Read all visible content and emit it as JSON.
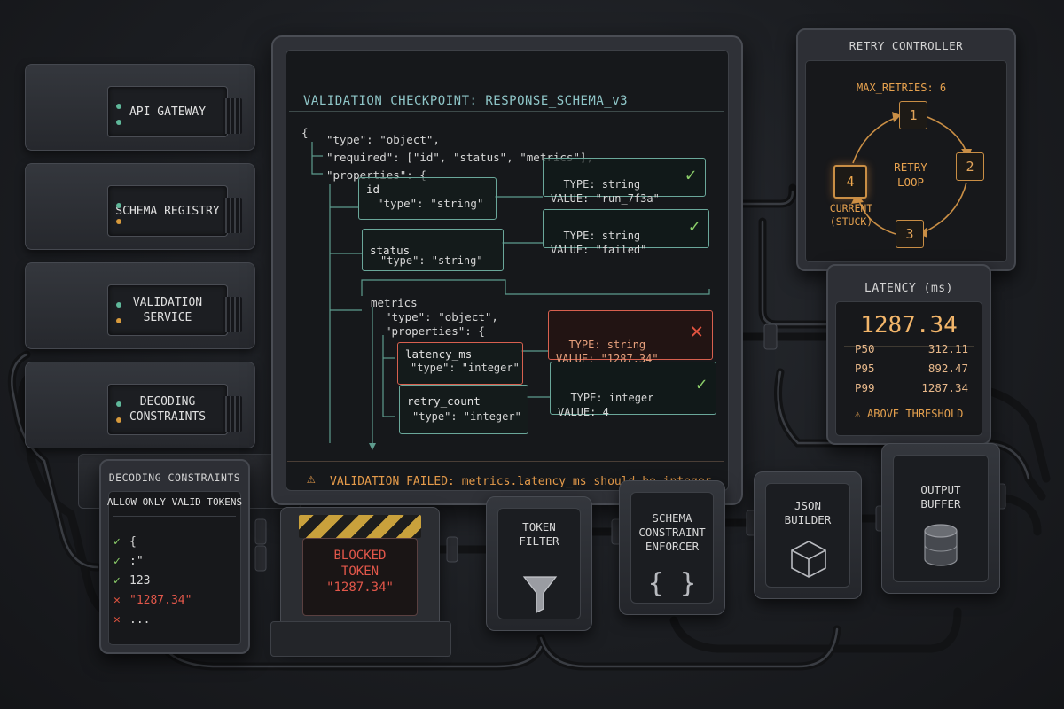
{
  "server_stack": [
    {
      "label": "API GATEWAY"
    },
    {
      "label": "SCHEMA REGISTRY"
    },
    {
      "label": "VALIDATION\nSERVICE"
    },
    {
      "label": "DECODING\nCONSTRAINTS"
    }
  ],
  "checkpoint": {
    "title": "VALIDATION CHECKPOINT: RESPONSE_SCHEMA_v3",
    "code_open": "{",
    "line_type": "\"type\": \"object\",",
    "line_required": "\"required\": [\"id\", \"status\", \"metrics\"],",
    "line_properties": "\"properties\": {",
    "fields": {
      "id": {
        "name": "id",
        "type_line": "\"type\": \"string\"",
        "result": "TYPE: string\nVALUE: \"run_7f3a\""
      },
      "status": {
        "name": "status",
        "type_line": "\"type\": \"string\"",
        "result": "TYPE: string\nVALUE: \"failed\""
      },
      "metrics": {
        "name": "metrics",
        "type_line": "\"type\": \"object\",",
        "props_line": "\"properties\": {"
      },
      "latency_ms": {
        "name": "latency_ms",
        "type_line": "\"type\": \"integer\"",
        "result": "TYPE: string\nVALUE: \"1287.34\""
      },
      "retry_count": {
        "name": "retry_count",
        "type_line": "\"type\": \"integer\"",
        "result": "TYPE: integer\nVALUE: 4"
      }
    },
    "fail_message": "VALIDATION FAILED: metrics.latency_ms should be integer",
    "status_colors": {
      "ok": "#8ccf6a",
      "error": "#e0533f",
      "warning": "#e49a4a"
    }
  },
  "retry_controller": {
    "title": "RETRY CONTROLLER",
    "max_retries": "MAX_RETRIES: 6",
    "center_label": "RETRY\nLOOP",
    "nodes": [
      "1",
      "2",
      "3",
      "4"
    ],
    "current_label": "CURRENT\n(STUCK)"
  },
  "latency": {
    "title": "LATENCY (ms)",
    "value": "1287.34",
    "rows": [
      {
        "label": "P50",
        "value": "312.11"
      },
      {
        "label": "P95",
        "value": "892.47"
      },
      {
        "label": "P99",
        "value": "1287.34"
      }
    ],
    "alert": "ABOVE THRESHOLD"
  },
  "decoding_panel": {
    "title": "DECODING CONSTRAINTS",
    "subtitle": "ALLOW ONLY VALID TOKENS",
    "items": [
      {
        "icon": "check-icon",
        "text": "{"
      },
      {
        "icon": "check-icon",
        "text": ":\""
      },
      {
        "icon": "check-icon",
        "text": "123"
      },
      {
        "icon": "cross-icon",
        "text": "\"1287.34\""
      },
      {
        "icon": "cross-icon",
        "text": "..."
      }
    ]
  },
  "pipeline": {
    "blocked": "BLOCKED\nTOKEN\n\"1287.34\"",
    "modules": [
      {
        "label": "TOKEN\nFILTER",
        "icon": "funnel-icon"
      },
      {
        "label": "SCHEMA\nCONSTRAINT\nENFORCER",
        "icon": "braces-icon"
      },
      {
        "label": "JSON\nBUILDER",
        "icon": "cube-icon"
      },
      {
        "label": "OUTPUT\nBUFFER",
        "icon": "cylinder-icon"
      }
    ]
  }
}
